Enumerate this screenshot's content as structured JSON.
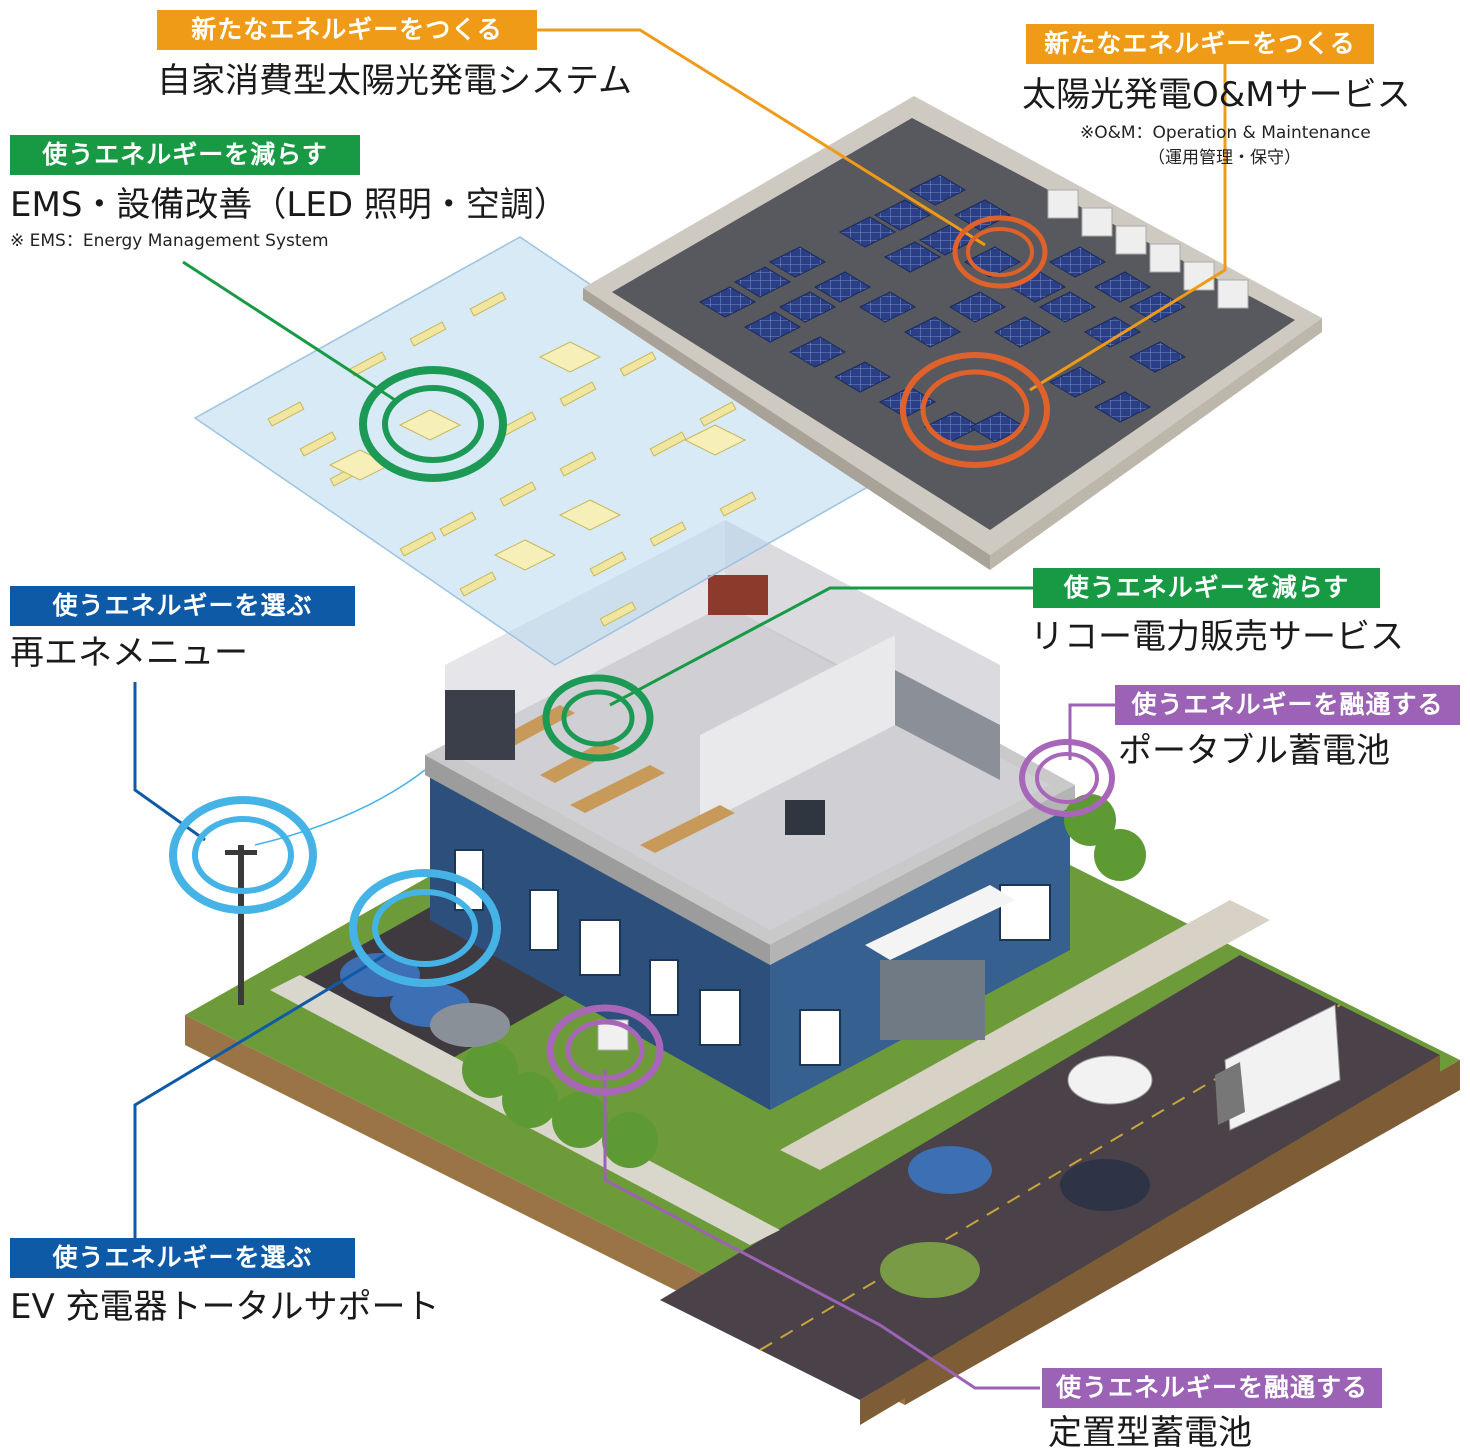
{
  "colors": {
    "create": "#ef9b17",
    "reduce": "#189a45",
    "choose": "#0f5aa6",
    "share": "#9b62b5",
    "orange_ring": "#e0622a",
    "green_ring": "#1c9a55",
    "blue_ring": "#46b3e6",
    "purple_ring": "#a866b8"
  },
  "callouts": {
    "solar_self": {
      "tag": "新たなエネルギーをつくる",
      "title": "自家消費型太陽光発電システム"
    },
    "solar_om": {
      "tag": "新たなエネルギーをつくる",
      "title": "太陽光発電O&Mサービス",
      "note1": "※O&M：Operation & Maintenance",
      "note2": "（運用管理・保守）"
    },
    "ems": {
      "tag": "使うエネルギーを減らす",
      "title": "EMS・設備改善（LED 照明・空調）",
      "note": "※ EMS：Energy Management System"
    },
    "renewable_menu": {
      "tag": "使うエネルギーを選ぶ",
      "title": "再エネメニュー"
    },
    "power_sales": {
      "tag": "使うエネルギーを減らす",
      "title": "リコー電力販売サービス"
    },
    "portable_battery": {
      "tag": "使うエネルギーを融通する",
      "title": "ポータブル蓄電池"
    },
    "ev_charger": {
      "tag": "使うエネルギーを選ぶ",
      "title": "EV 充電器トータルサポート"
    },
    "stationary_battery": {
      "tag": "使うエネルギーを融通する",
      "title": "定置型蓄電池"
    }
  }
}
